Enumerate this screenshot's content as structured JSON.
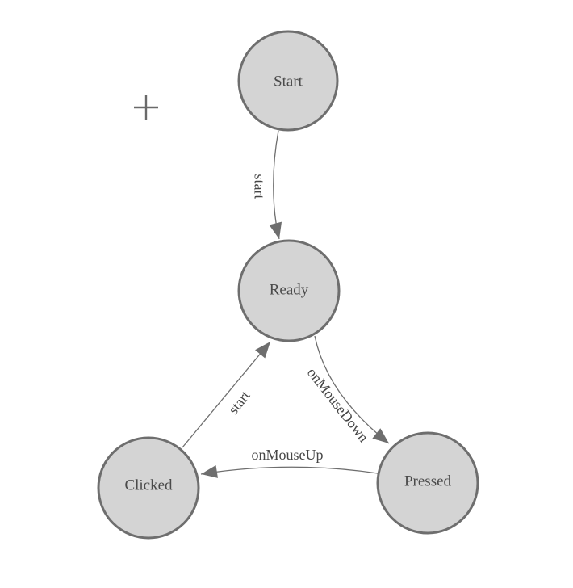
{
  "diagram": {
    "type": "state-machine",
    "background_color": "#ffffff",
    "node_fill_color": "#d4d4d4",
    "node_border_color": "#6e6e6e",
    "edge_color": "#6e6e6e",
    "label_color": "#4a4a4a",
    "icons": {
      "plus_icon": "+"
    },
    "nodes": [
      {
        "label": "Start"
      },
      {
        "label": "Ready"
      },
      {
        "label": "Clicked"
      },
      {
        "label": "Pressed"
      }
    ],
    "edges": [
      {
        "from": "Start",
        "to": "Ready",
        "label": "start"
      },
      {
        "from": "Clicked",
        "to": "Ready",
        "label": "start"
      },
      {
        "from": "Ready",
        "to": "Pressed",
        "label": "onMouseDown"
      },
      {
        "from": "Pressed",
        "to": "Clicked",
        "label": "onMouseUp"
      }
    ]
  }
}
